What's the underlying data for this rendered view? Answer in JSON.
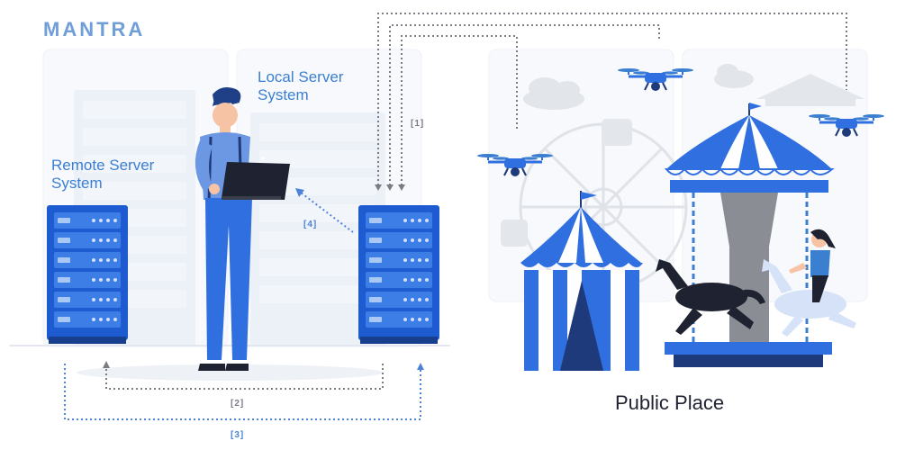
{
  "logo": {
    "text": "MANTRA"
  },
  "labels": {
    "local_server_line1": "Local Server",
    "local_server_line2": "System",
    "remote_server_line1": "Remote Server",
    "remote_server_line2": "System",
    "public_place": "Public Place"
  },
  "steps": {
    "s1": "[1]",
    "s2": "[2]",
    "s3": "[3]",
    "s4": "[4]"
  },
  "colors": {
    "brand_blue": "#2f6fe0",
    "light_blue": "#3b7fd1",
    "dark_navy": "#1e3a7a",
    "dotted_gray": "#7b7d85",
    "step3_blue": "#4c83d8",
    "logo": "#6f9ed9"
  }
}
